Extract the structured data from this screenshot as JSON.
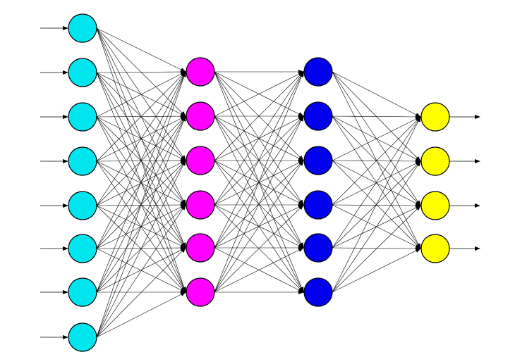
{
  "diagram": {
    "type": "feedforward-neural-network",
    "layers": [
      {
        "name": "input-layer",
        "size": 8,
        "color": "#00e5ee"
      },
      {
        "name": "hidden-layer-1",
        "size": 6,
        "color": "#ff00ff"
      },
      {
        "name": "hidden-layer-2",
        "size": 6,
        "color": "#0000ee"
      },
      {
        "name": "output-layer",
        "size": 4,
        "color": "#ffff00"
      }
    ],
    "connectivity": "fully-connected",
    "has_input_arrows": true,
    "has_output_arrows": true
  }
}
